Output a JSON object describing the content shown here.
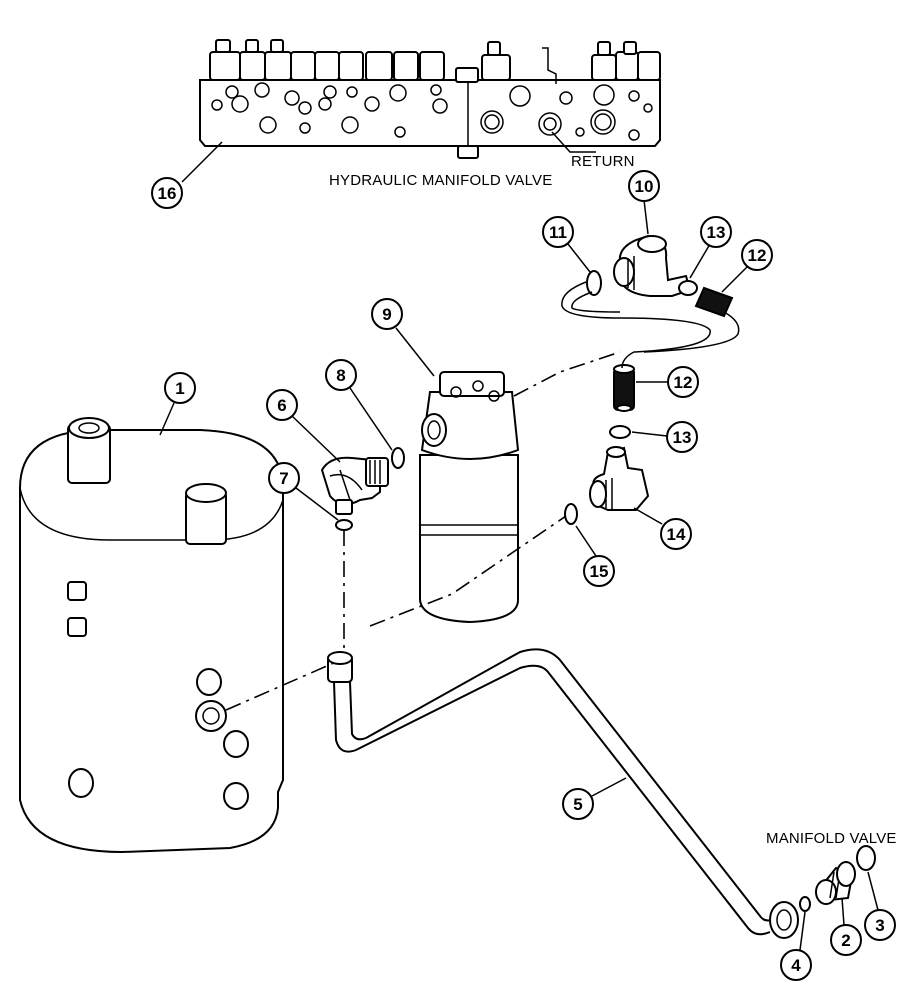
{
  "labels": {
    "manifold_title": "HYDRAULIC MANIFOLD VALVE",
    "return": "RETURN",
    "manifold_valve": "MANIFOLD VALVE"
  },
  "callouts": {
    "c1": "1",
    "c2": "2",
    "c3": "3",
    "c4": "4",
    "c5": "5",
    "c6": "6",
    "c7": "7",
    "c8": "8",
    "c9": "9",
    "c10": "10",
    "c11": "11",
    "c12a": "12",
    "c12b": "12",
    "c13a": "13",
    "c13b": "13",
    "c14": "14",
    "c15": "15",
    "c16": "16"
  }
}
